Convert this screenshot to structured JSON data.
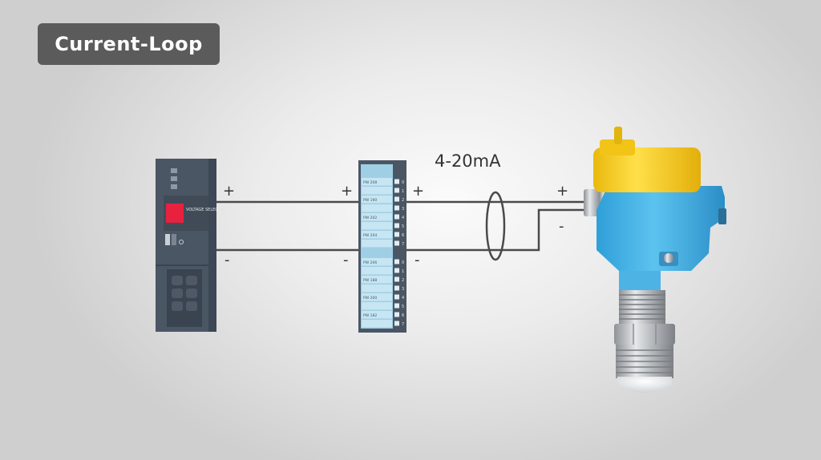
{
  "title": "Current-Loop",
  "signal_label": "4-20mA",
  "polarity": {
    "plus": "+",
    "minus": "-"
  },
  "power_supply": {
    "selector_label": "VOLTAGE SELECTOR",
    "indicator_color": "#e8213f"
  },
  "io_module": {
    "channel_labels_top": [
      "PW 208",
      "PW 190",
      "PW 202",
      "PW 204"
    ],
    "channel_labels_bottom": [
      "PW 206",
      "PW 188",
      "PW 200",
      "PW 182"
    ],
    "channel_numbers_top": [
      "0",
      "1",
      "2",
      "3",
      "4",
      "5",
      "6",
      "7"
    ],
    "channel_numbers_bottom": [
      "0",
      "1",
      "2",
      "3",
      "4",
      "5",
      "6",
      "7"
    ]
  },
  "colors": {
    "transmitter_cap": "#f5cf1c",
    "transmitter_body": "#4fb9ea",
    "module_body": "#4b5665",
    "module_channel": "#bfe0ef",
    "badge_bg": "#5b5b5b"
  }
}
